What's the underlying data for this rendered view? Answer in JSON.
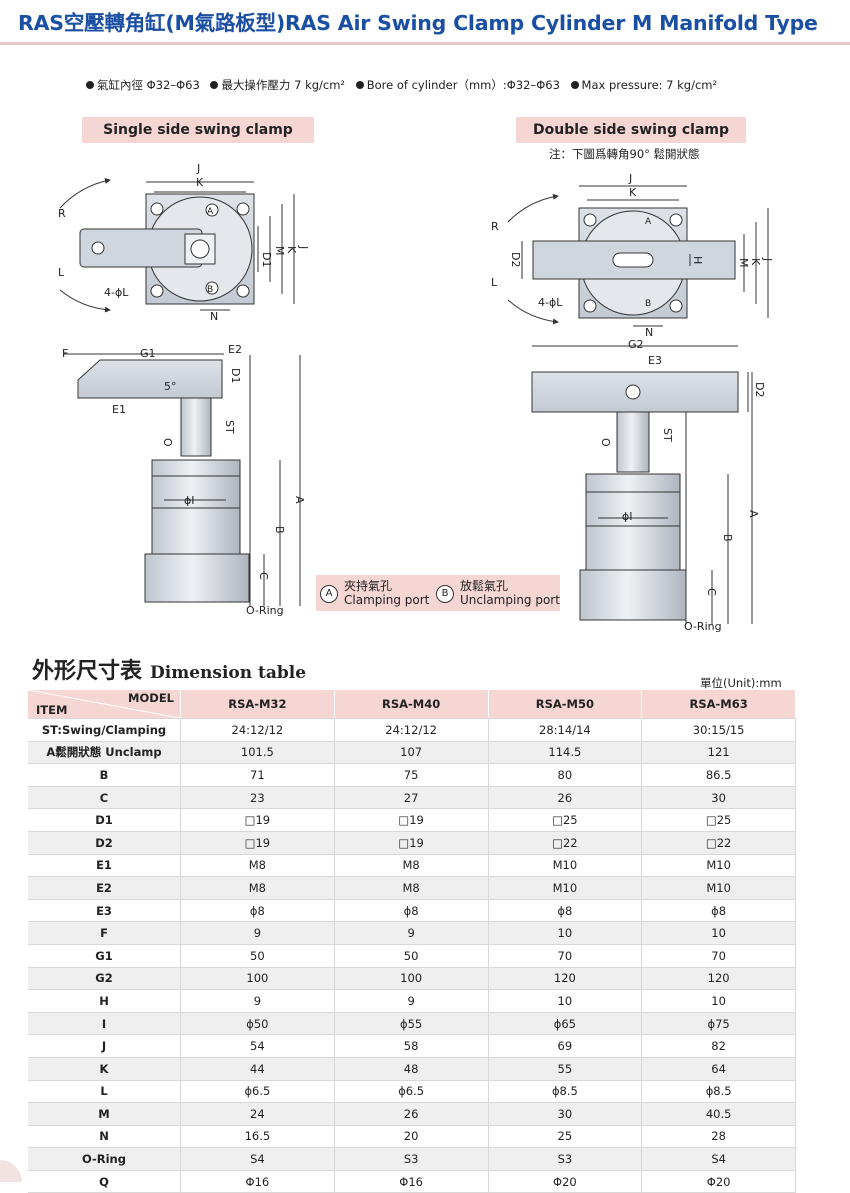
{
  "title": "RAS空壓轉角缸(M氣路板型)RAS Air Swing Clamp Cylinder M Manifold Type",
  "specs": [
    "氣缸內徑 Φ32–Φ63",
    "最大操作壓力 7 kg/cm²",
    "Bore of cylinder（mm）:Φ32–Φ63",
    "Max pressure: 7 kg/cm²"
  ],
  "left_tag": "Single side swing clamp",
  "right_tag": "Double side swing clamp",
  "right_note": "注：下圖爲轉角90° 鬆開狀態",
  "drawing_labels": {
    "J": "J",
    "K": "K",
    "R": "R",
    "L": "L",
    "A": "A",
    "B": "B",
    "D1": "D1",
    "D2": "D2",
    "M": "M",
    "H": "H",
    "N": "N",
    "holes": "4-ϕL",
    "F": "F",
    "G1": "G1",
    "G2": "G2",
    "E1": "E1",
    "E2": "E2",
    "E3": "E3",
    "angle": "5°",
    "O": "O",
    "ST": "ST",
    "I": "ϕI",
    "C": "C",
    "A_dim": "A",
    "B_dim": "B",
    "oring": "O-Ring"
  },
  "legend": {
    "a_mark": "A",
    "a_cn": "夾持氣孔",
    "a_en": "Clamping port",
    "b_mark": "B",
    "b_cn": "放鬆氣孔",
    "b_en": "Unclamping port"
  },
  "section_title_cn": "外形尺寸表",
  "section_title_en": "Dimension table",
  "unit": "單位(Unit):mm",
  "table": {
    "model_label": "MODEL",
    "item_label": "ITEM",
    "models": [
      "RSA-M32",
      "RSA-M40",
      "RSA-M50",
      "RSA-M63"
    ],
    "rows": [
      {
        "item": "ST:Swing/Clamping",
        "vals": [
          "24:12/12",
          "24:12/12",
          "28:14/14",
          "30:15/15"
        ]
      },
      {
        "item": "A鬆開狀態 Unclamp",
        "vals": [
          "101.5",
          "107",
          "114.5",
          "121"
        ]
      },
      {
        "item": "B",
        "vals": [
          "71",
          "75",
          "80",
          "86.5"
        ]
      },
      {
        "item": "C",
        "vals": [
          "23",
          "27",
          "26",
          "30"
        ]
      },
      {
        "item": "D1",
        "vals": [
          "□19",
          "□19",
          "□25",
          "□25"
        ]
      },
      {
        "item": "D2",
        "vals": [
          "□19",
          "□19",
          "□22",
          "□22"
        ]
      },
      {
        "item": "E1",
        "vals": [
          "M8",
          "M8",
          "M10",
          "M10"
        ]
      },
      {
        "item": "E2",
        "vals": [
          "M8",
          "M8",
          "M10",
          "M10"
        ]
      },
      {
        "item": "E3",
        "vals": [
          "ϕ8",
          "ϕ8",
          "ϕ8",
          "ϕ8"
        ]
      },
      {
        "item": "F",
        "vals": [
          "9",
          "9",
          "10",
          "10"
        ]
      },
      {
        "item": "G1",
        "vals": [
          "50",
          "50",
          "70",
          "70"
        ]
      },
      {
        "item": "G2",
        "vals": [
          "100",
          "100",
          "120",
          "120"
        ]
      },
      {
        "item": "H",
        "vals": [
          "9",
          "9",
          "10",
          "10"
        ]
      },
      {
        "item": "I",
        "vals": [
          "ϕ50",
          "ϕ55",
          "ϕ65",
          "ϕ75"
        ]
      },
      {
        "item": "J",
        "vals": [
          "54",
          "58",
          "69",
          "82"
        ]
      },
      {
        "item": "K",
        "vals": [
          "44",
          "48",
          "55",
          "64"
        ]
      },
      {
        "item": "L",
        "vals": [
          "ϕ6.5",
          "ϕ6.5",
          "ϕ8.5",
          "ϕ8.5"
        ]
      },
      {
        "item": "M",
        "vals": [
          "24",
          "26",
          "30",
          "40.5"
        ]
      },
      {
        "item": "N",
        "vals": [
          "16.5",
          "20",
          "25",
          "28"
        ]
      },
      {
        "item": "O-Ring",
        "vals": [
          "S4",
          "S3",
          "S3",
          "S4"
        ]
      },
      {
        "item": "Q",
        "vals": [
          "Φ16",
          "Φ16",
          "Φ20",
          "Φ20"
        ]
      }
    ]
  }
}
